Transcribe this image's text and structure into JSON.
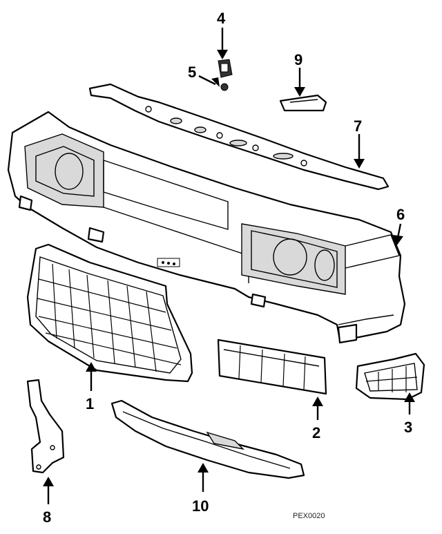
{
  "callouts": [
    {
      "label": "4"
    },
    {
      "label": "5"
    },
    {
      "label": "9"
    },
    {
      "label": "7"
    },
    {
      "label": "6"
    },
    {
      "label": "1"
    },
    {
      "label": "2"
    },
    {
      "label": "3"
    },
    {
      "label": "8"
    },
    {
      "label": "10"
    }
  ],
  "diagram_code": "PEX0020"
}
